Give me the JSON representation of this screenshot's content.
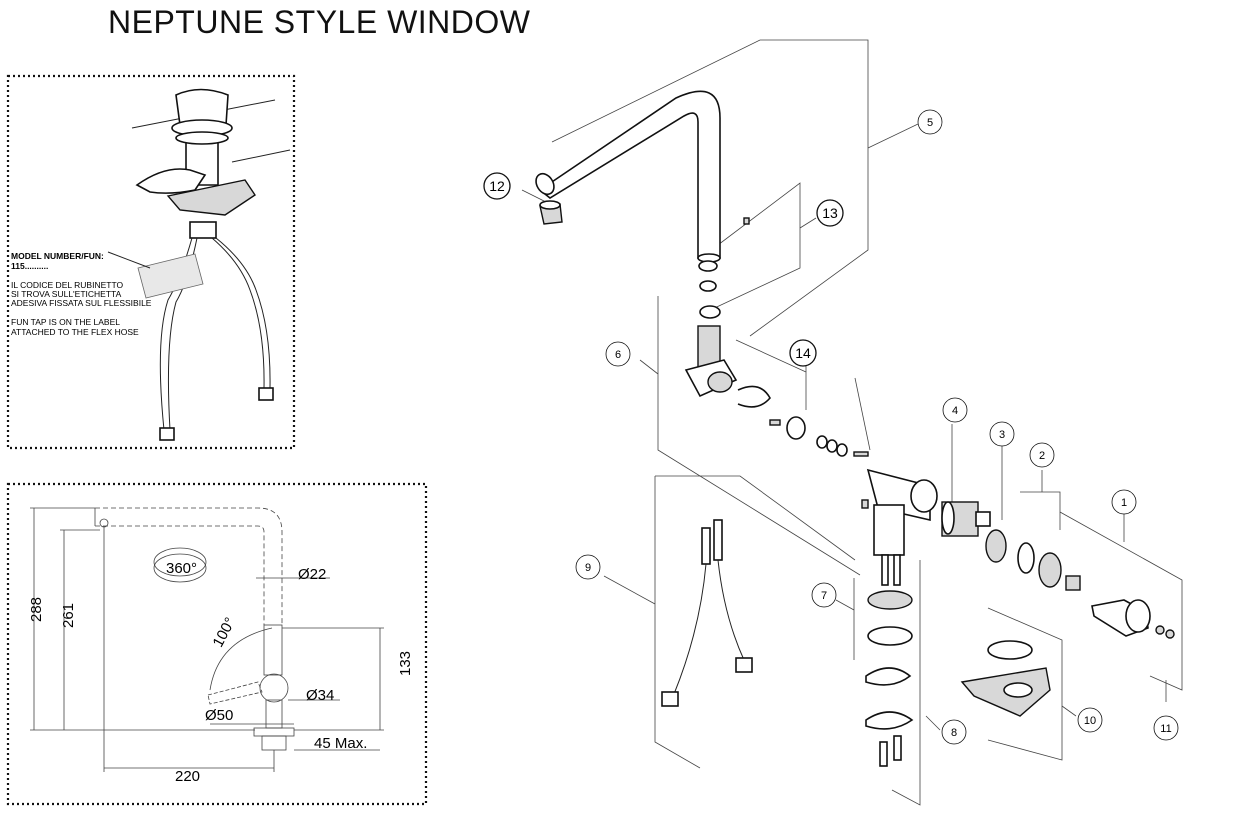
{
  "title": "NEPTUNE STYLE WINDOW",
  "install_panel": {
    "model_label": "MODEL NUMBER/FUN:",
    "model_value": "115..........",
    "italian_line1": "IL CODICE DEL RUBINETTO",
    "italian_line2": "SI TROVA SULL'ETICHETTA",
    "italian_line3": "ADESIVA FISSATA SUL FLESSIBILE",
    "english_line1": "FUN TAP IS ON THE LABEL",
    "english_line2": "ATTACHED TO THE FLEX HOSE"
  },
  "dimensions_panel": {
    "height_total": "288",
    "height_spout": "261",
    "height_lever": "133",
    "rotation": "360°",
    "lever_angle": "100°",
    "dia_spout": "Ø22",
    "dia_body": "Ø34",
    "dia_base": "Ø50",
    "max_thickness": "45 Max.",
    "reach": "220"
  },
  "callouts": [
    "1",
    "2",
    "3",
    "4",
    "5",
    "6",
    "7",
    "8",
    "9",
    "10",
    "11",
    "12",
    "13",
    "14"
  ]
}
